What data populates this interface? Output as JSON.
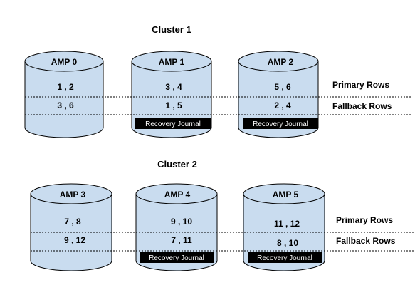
{
  "colors": {
    "cylinder_fill": "#c9dcef",
    "cylinder_stroke": "#000000",
    "journal_fill": "#000000",
    "journal_text": "#ffffff",
    "text": "#000000"
  },
  "row_labels": {
    "primary": "Primary Rows",
    "fallback": "Fallback Rows"
  },
  "clusters": [
    {
      "title": "Cluster 1",
      "amps": [
        {
          "name": "AMP 0",
          "primary": "1 , 2",
          "fallback": "3 , 6",
          "journal": ""
        },
        {
          "name": "AMP 1",
          "primary": "3 , 4",
          "fallback": "1 , 5",
          "journal": "Recovery Journal"
        },
        {
          "name": "AMP 2",
          "primary": "5 , 6",
          "fallback": "2 , 4",
          "journal": "Recovery Journal"
        }
      ]
    },
    {
      "title": "Cluster 2",
      "amps": [
        {
          "name": "AMP 3",
          "primary": "7 , 8",
          "fallback": "9 , 12",
          "journal": ""
        },
        {
          "name": "AMP 4",
          "primary": "9 , 10",
          "fallback": "7 , 11",
          "journal": "Recovery Journal"
        },
        {
          "name": "AMP 5",
          "primary": "11 , 12",
          "fallback": "8 , 10",
          "journal": "Recovery Journal"
        }
      ]
    }
  ]
}
